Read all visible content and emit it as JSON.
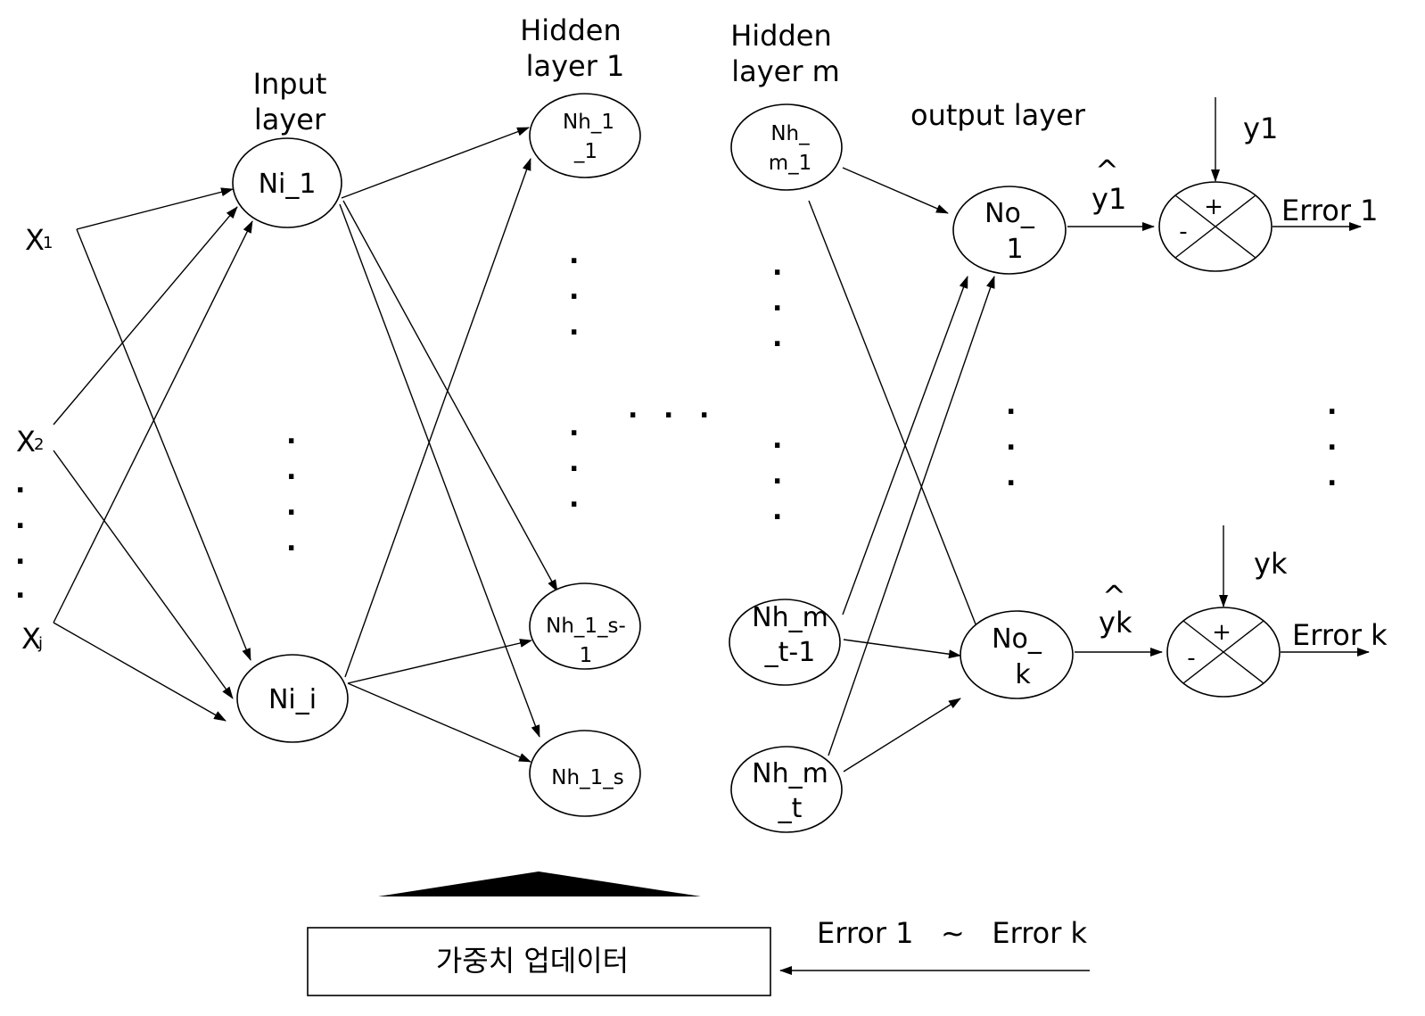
{
  "layers": {
    "input": [
      "Input",
      "layer"
    ],
    "hidden1": [
      "Hidden",
      "layer 1"
    ],
    "hiddenm": [
      "Hidden",
      "layer m"
    ],
    "output": "output layer"
  },
  "inputs": {
    "x1": "X",
    "x1_sub": "1",
    "x2": "X",
    "x2_sub": "2",
    "xj": "X",
    "xj_sub": "j"
  },
  "nodes": {
    "ni_1": [
      "Ni_1"
    ],
    "ni_i": [
      "Ni_i"
    ],
    "nh_1_1": [
      "Nh_1",
      "_1"
    ],
    "nh_1_s_1": [
      "Nh_1_s-",
      "1"
    ],
    "nh_1_s": [
      "Nh_1_s"
    ],
    "nh_m_1": [
      "Nh_",
      "m_1"
    ],
    "nh_m_t_1": [
      "Nh_m",
      "_t-1"
    ],
    "nh_m_t": [
      "Nh_m",
      "_t"
    ],
    "no_1": [
      "No_",
      "1"
    ],
    "no_k": [
      "No_",
      "k"
    ]
  },
  "targets": {
    "y1": "y1",
    "yk": "yk",
    "y1_hat": "y1",
    "yk_hat": "yk",
    "hat": "^",
    "plus": "+",
    "minus": "-"
  },
  "errors": {
    "error1": "Error 1",
    "errork": "Error k",
    "range": "Error 1   ~   Error k"
  },
  "weight_update": "가중치 업데이터",
  "dots": "."
}
